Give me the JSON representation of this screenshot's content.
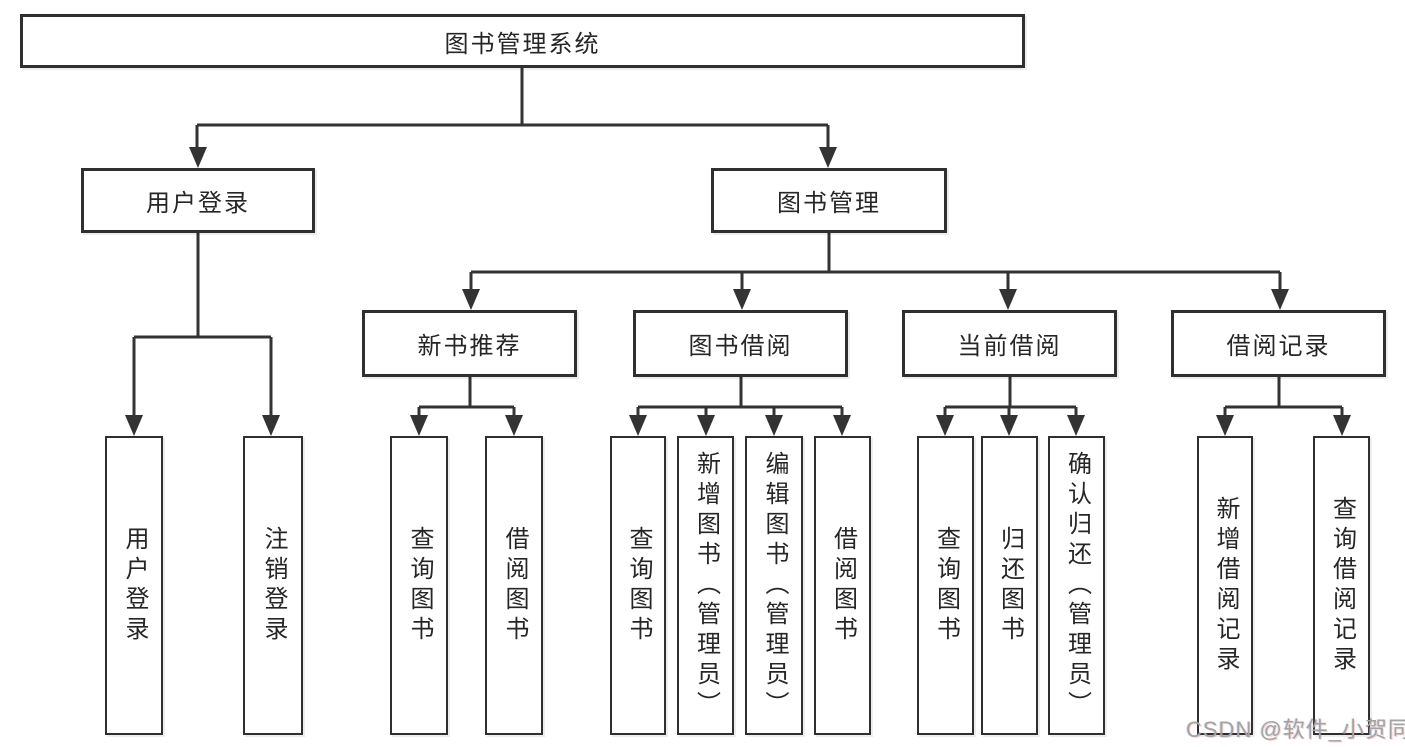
{
  "colors": {
    "line": "#333333",
    "box_border": "#2f2f2f",
    "text": "#262626",
    "background": "#ffffff",
    "watermark": "#a3a3a3"
  },
  "watermark": "CSDN @软件_小贺同学",
  "nodes": {
    "root": {
      "label": "图书管理系统"
    },
    "userLogin": {
      "label": "用户登录"
    },
    "bookMgmt": {
      "label": "图书管理"
    },
    "newBookRec": {
      "label": "新书推荐"
    },
    "bookBorrow": {
      "label": "图书借阅"
    },
    "currentBorrow": {
      "label": "当前借阅"
    },
    "borrowRecords": {
      "label": "借阅记录"
    },
    "leafUserLogin": {
      "label": "用户登录"
    },
    "leafLogout": {
      "label": "注销登录"
    },
    "recQueryBook": {
      "label": "查询图书"
    },
    "recBorrowBook": {
      "label": "借阅图书"
    },
    "bbQueryBook": {
      "label": "查询图书"
    },
    "bbAddBook": {
      "label": "新增图书（管理员）"
    },
    "bbEditBook": {
      "label": "编辑图书（管理员）"
    },
    "bbBorrowBook": {
      "label": "借阅图书"
    },
    "cbQueryBook": {
      "label": "查询图书"
    },
    "cbReturnBook": {
      "label": "归还图书"
    },
    "cbConfirmReturn": {
      "label": "确认归还（管理员）"
    },
    "brAddRecord": {
      "label": "新增借阅记录"
    },
    "brQueryRecord": {
      "label": "查询借阅记录"
    }
  },
  "hierarchy": {
    "图书管理系统": {
      "用户登录": [
        "用户登录",
        "注销登录"
      ],
      "图书管理": {
        "新书推荐": [
          "查询图书",
          "借阅图书"
        ],
        "图书借阅": [
          "查询图书",
          "新增图书（管理员）",
          "编辑图书（管理员）",
          "借阅图书"
        ],
        "当前借阅": [
          "查询图书",
          "归还图书",
          "确认归还（管理员）"
        ],
        "借阅记录": [
          "新增借阅记录",
          "查询借阅记录"
        ]
      }
    }
  }
}
